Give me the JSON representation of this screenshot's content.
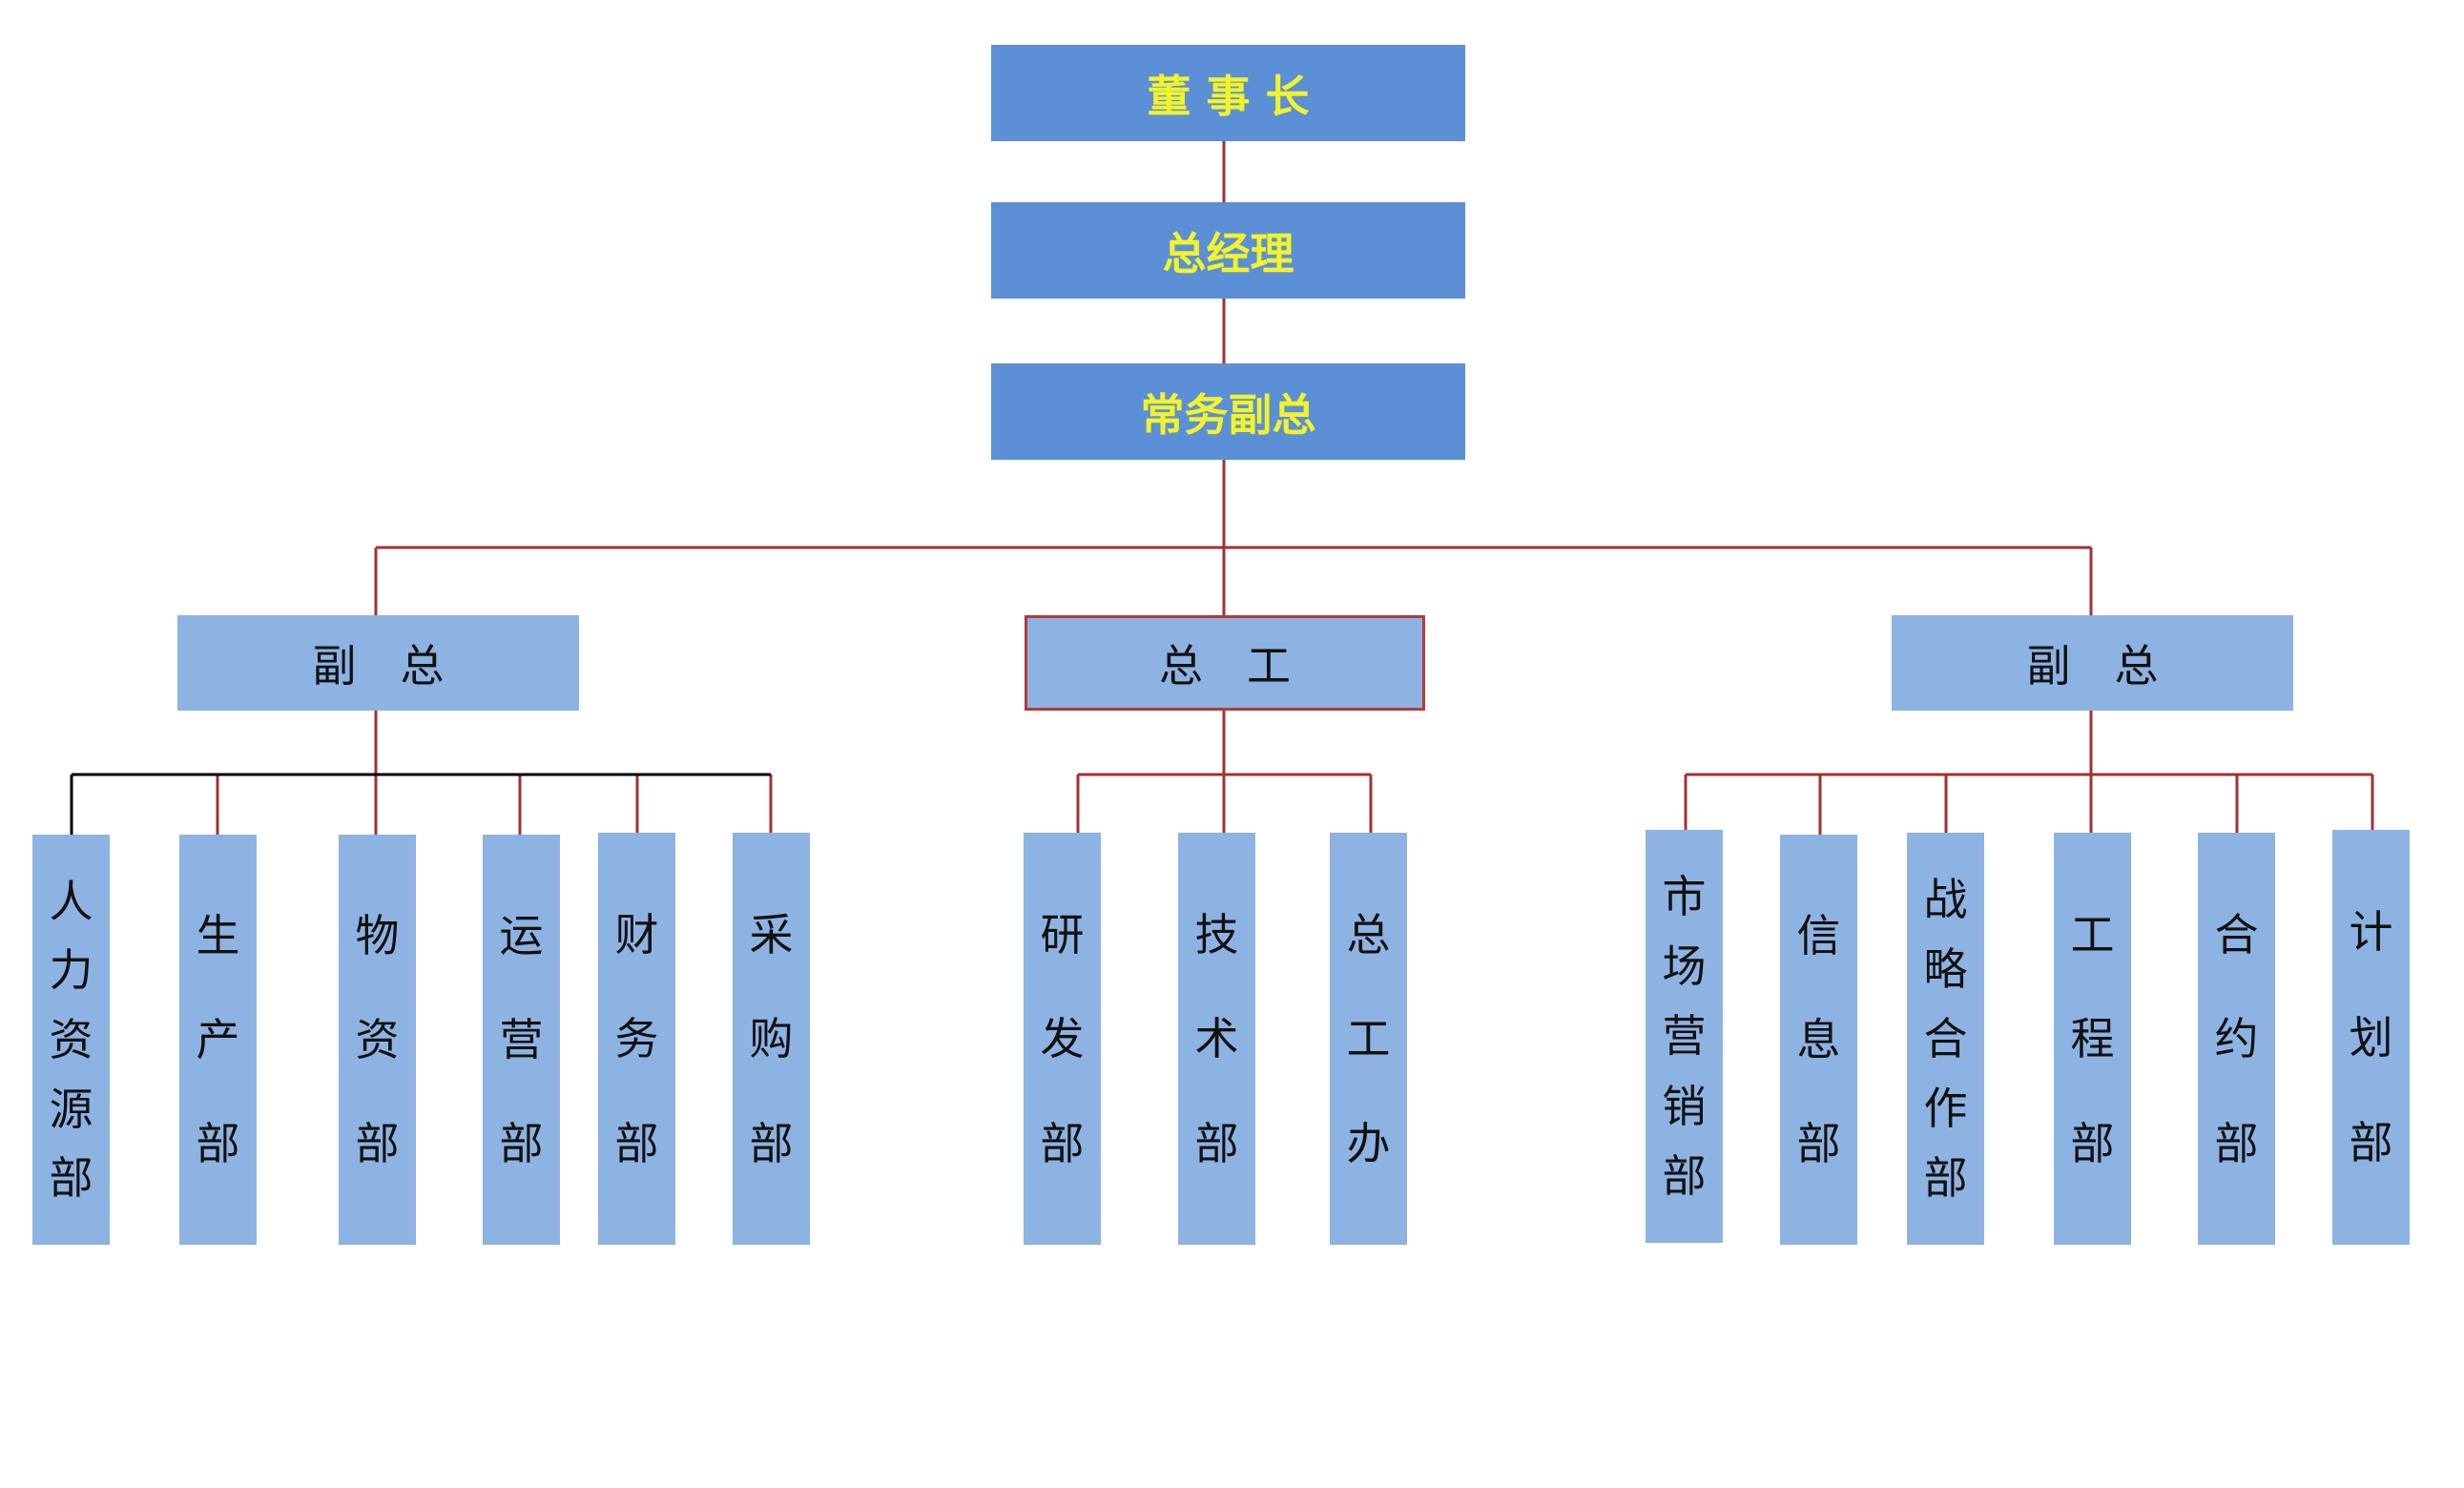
{
  "top": {
    "chairman": "董 事 长",
    "general_manager": "总经理",
    "executive_vp": "常务副总"
  },
  "managers": {
    "left": "副　总",
    "center": "总　工",
    "right": "副　总"
  },
  "departments": {
    "left": [
      "人力资源部",
      "生产部",
      "物资部",
      "运营部",
      "财务部",
      "采购部"
    ],
    "center": [
      "研发部",
      "技术部",
      "总工办"
    ],
    "right": [
      "市场营销部",
      "信息部",
      "战略合作部",
      "工程部",
      "合约部",
      "计划部"
    ]
  },
  "colors": {
    "exec_box": "#5b8fd6",
    "exec_text": "#f3f32a",
    "box": "#8db3e2",
    "connector": "#a03232",
    "connector_alt": "#000000"
  }
}
